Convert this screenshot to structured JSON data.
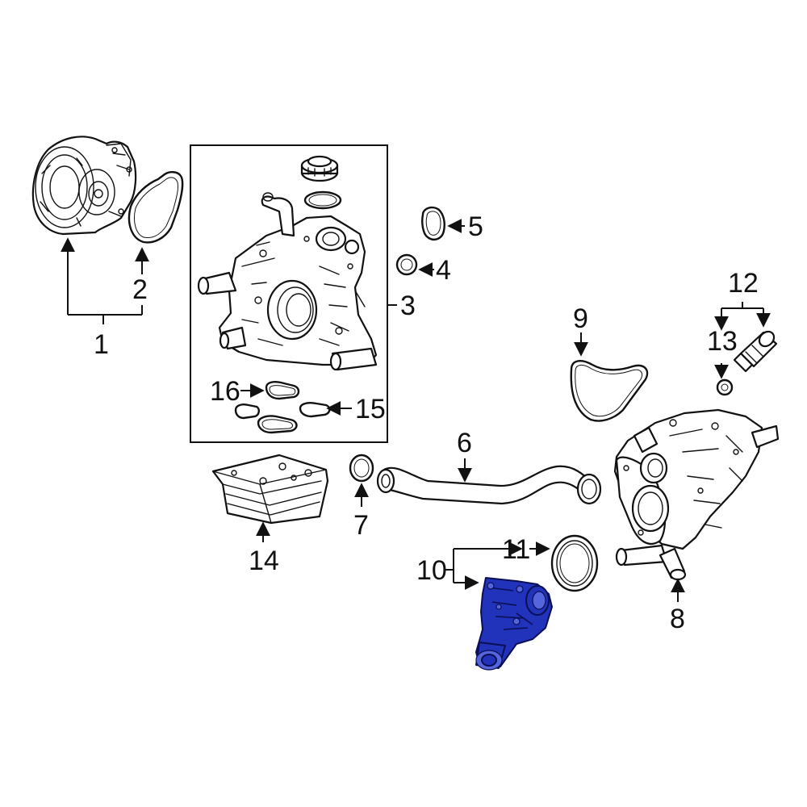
{
  "diagram": {
    "callouts": [
      {
        "id": "1",
        "label": "1"
      },
      {
        "id": "2",
        "label": "2"
      },
      {
        "id": "3",
        "label": "3"
      },
      {
        "id": "4",
        "label": "4"
      },
      {
        "id": "5",
        "label": "5"
      },
      {
        "id": "6",
        "label": "6"
      },
      {
        "id": "7",
        "label": "7"
      },
      {
        "id": "8",
        "label": "8"
      },
      {
        "id": "9",
        "label": "9"
      },
      {
        "id": "10",
        "label": "10"
      },
      {
        "id": "11",
        "label": "11"
      },
      {
        "id": "12",
        "label": "12"
      },
      {
        "id": "13",
        "label": "13"
      },
      {
        "id": "14",
        "label": "14"
      },
      {
        "id": "15",
        "label": "15"
      },
      {
        "id": "16",
        "label": "16"
      }
    ],
    "highlighted_part": "10",
    "colors": {
      "line": "#111111",
      "background": "#ffffff",
      "highlight": "#2233bb"
    }
  }
}
